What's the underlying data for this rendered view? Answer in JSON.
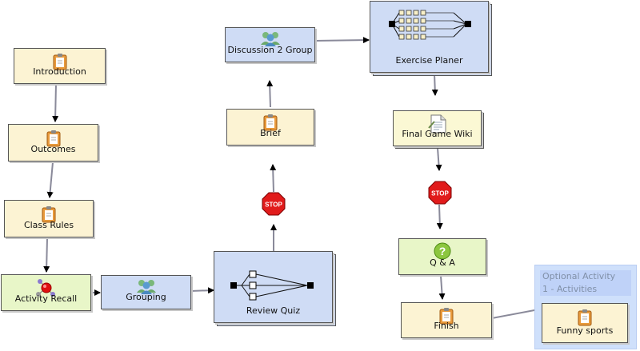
{
  "nodes": {
    "introduction": "Introduction",
    "outcomes": "Outcomes",
    "class_rules": "Class Rules",
    "activity_recall": "Activity Recall",
    "grouping": "Grouping",
    "review_quiz": "Review Quiz",
    "brief": "Brief",
    "discussion": "Discussion 2 Group",
    "exercise_planer": "Exercise Planer",
    "final_game_wiki": "Final Game Wiki",
    "qa": "Q & A",
    "finish": "Finish",
    "funny_sports": "Funny sports"
  },
  "optional": {
    "title": "Optional Activity",
    "subtitle": "1 - Activities"
  },
  "stop_label": "STOP",
  "colors": {
    "activity_yellow": "#fcf3d3",
    "grouping_blue": "#cfdcf5",
    "gate_green": "#e8f6c8",
    "stop_red": "#e11b1b",
    "optional_blue": "#cfe0fb"
  }
}
